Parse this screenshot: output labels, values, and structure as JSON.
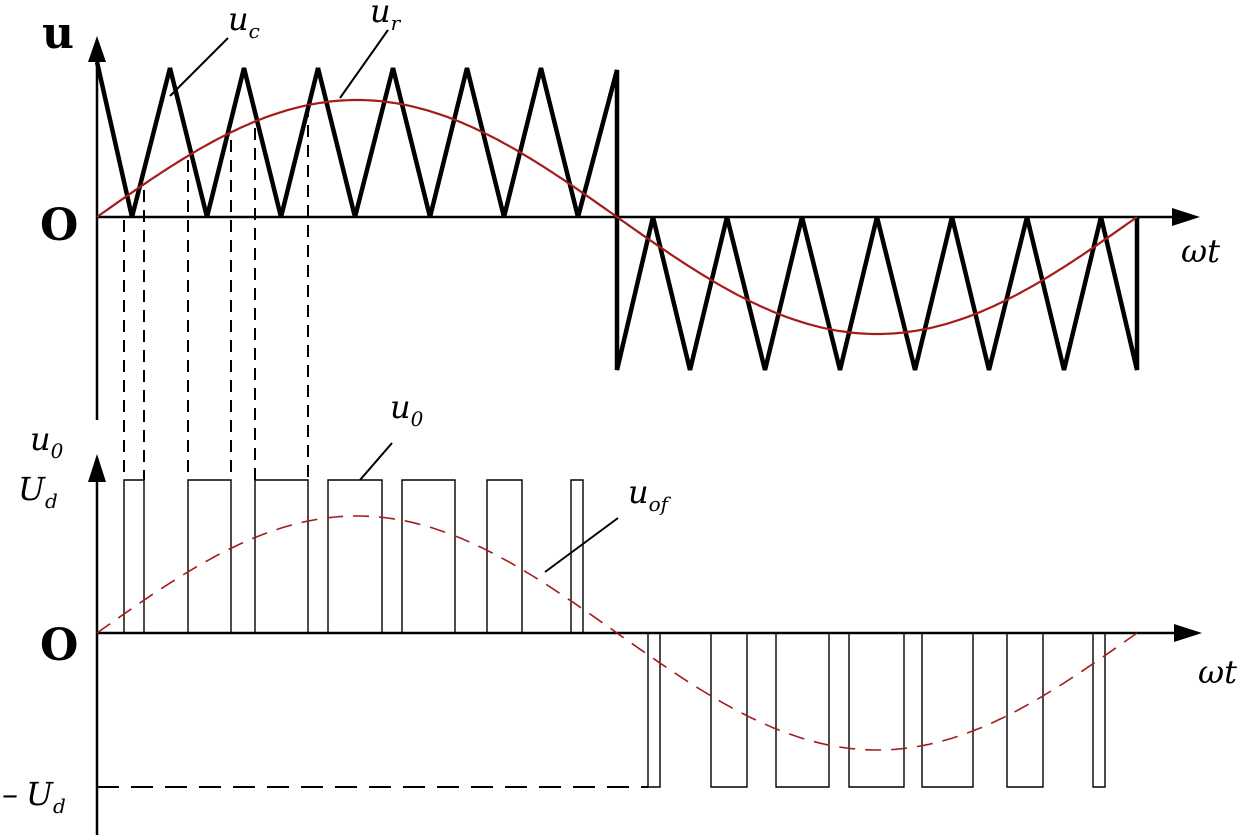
{
  "colors": {
    "ink": "#000000",
    "sine": "#a51c1c"
  },
  "labels": {
    "u_axis": "u",
    "o_top": "O",
    "o_bottom": "O",
    "wt_top": "ωt",
    "wt_bottom": "ωt",
    "uc_main": "u",
    "uc_sub": "c",
    "ur_main": "u",
    "ur_sub": "r",
    "u0_axis_main": "u",
    "u0_axis_sub": "0",
    "u0_curve_main": "u",
    "u0_curve_sub": "0",
    "Ud_main": "U",
    "Ud_sub": "d",
    "negUd_sign": "–",
    "negUd_main": "U",
    "negUd_sub": "d",
    "uof_main": "u",
    "uof_sub": "of"
  }
}
